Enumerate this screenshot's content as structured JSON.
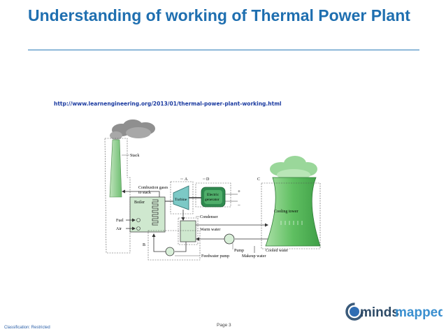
{
  "slide": {
    "title": "Understanding of working of Thermal Power Plant",
    "url": "http://www.learnengineering.org/2013/01/thermal-power-plant-working.html",
    "classification": "Classification: Restricted",
    "page": "Page 3",
    "accent_color": "#1f6fb0"
  },
  "diagram": {
    "labels": {
      "stack": "Stack",
      "combustion_1": "Combustion gases",
      "combustion_2": "to stack",
      "boiler": "Boiler",
      "fuel": "Fuel",
      "air": "Air",
      "turbine": "Turbine",
      "generator_1": "Electric",
      "generator_2": "generator",
      "cooling_tower": "Cooling tower",
      "condenser": "Condenser",
      "warm_water": "Warm water",
      "pump": "Pump",
      "makeup_water": "Makeup water",
      "cooled_water": "Cooled water",
      "feedwater_pump": "Feedwater pump",
      "marker_a": "A",
      "marker_b": "B",
      "marker_c": "C",
      "marker_d": "D",
      "plus": "+",
      "minus": "−"
    }
  },
  "logo": {
    "text_1": "minds",
    "text_2": "mapped"
  }
}
